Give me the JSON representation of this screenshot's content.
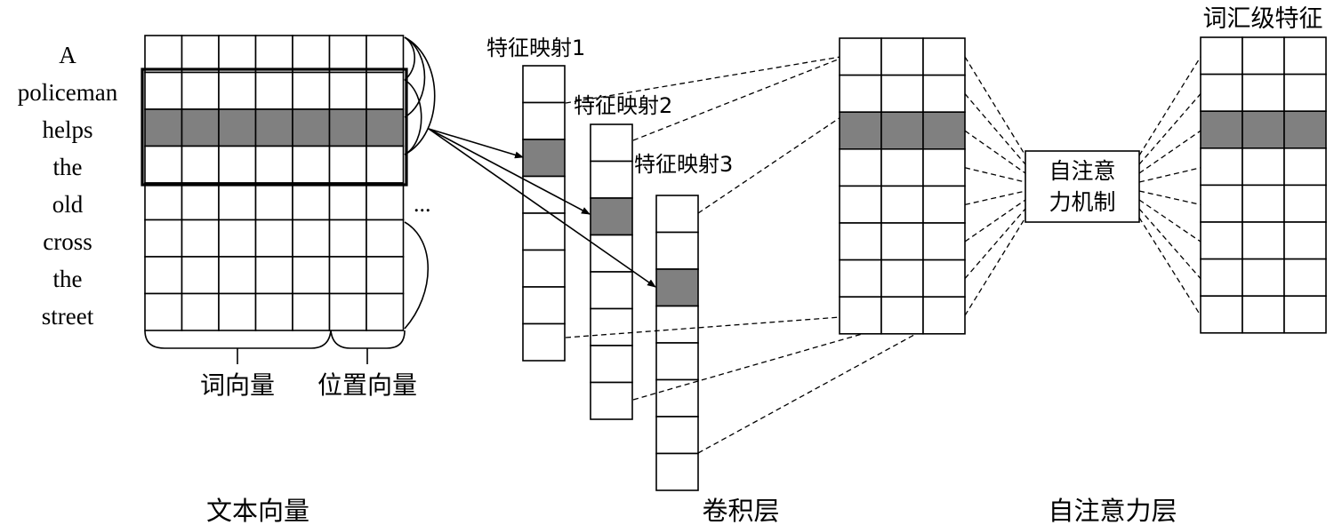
{
  "words": [
    "A",
    "policeman",
    "helps",
    "the",
    "old",
    "cross",
    "the",
    "street"
  ],
  "ellipsis": "...",
  "word_vector_label": "词向量",
  "position_vector_label": "位置向量",
  "feature_maps": [
    "特征映射1",
    "特征映射2",
    "特征映射3"
  ],
  "attention_box_label": [
    "自注意",
    "力机制"
  ],
  "output_title": "词汇级特征",
  "section_labels": {
    "text_vector": "文本向量",
    "conv_layer": "卷积层",
    "attention_layer": "自注意力层"
  }
}
